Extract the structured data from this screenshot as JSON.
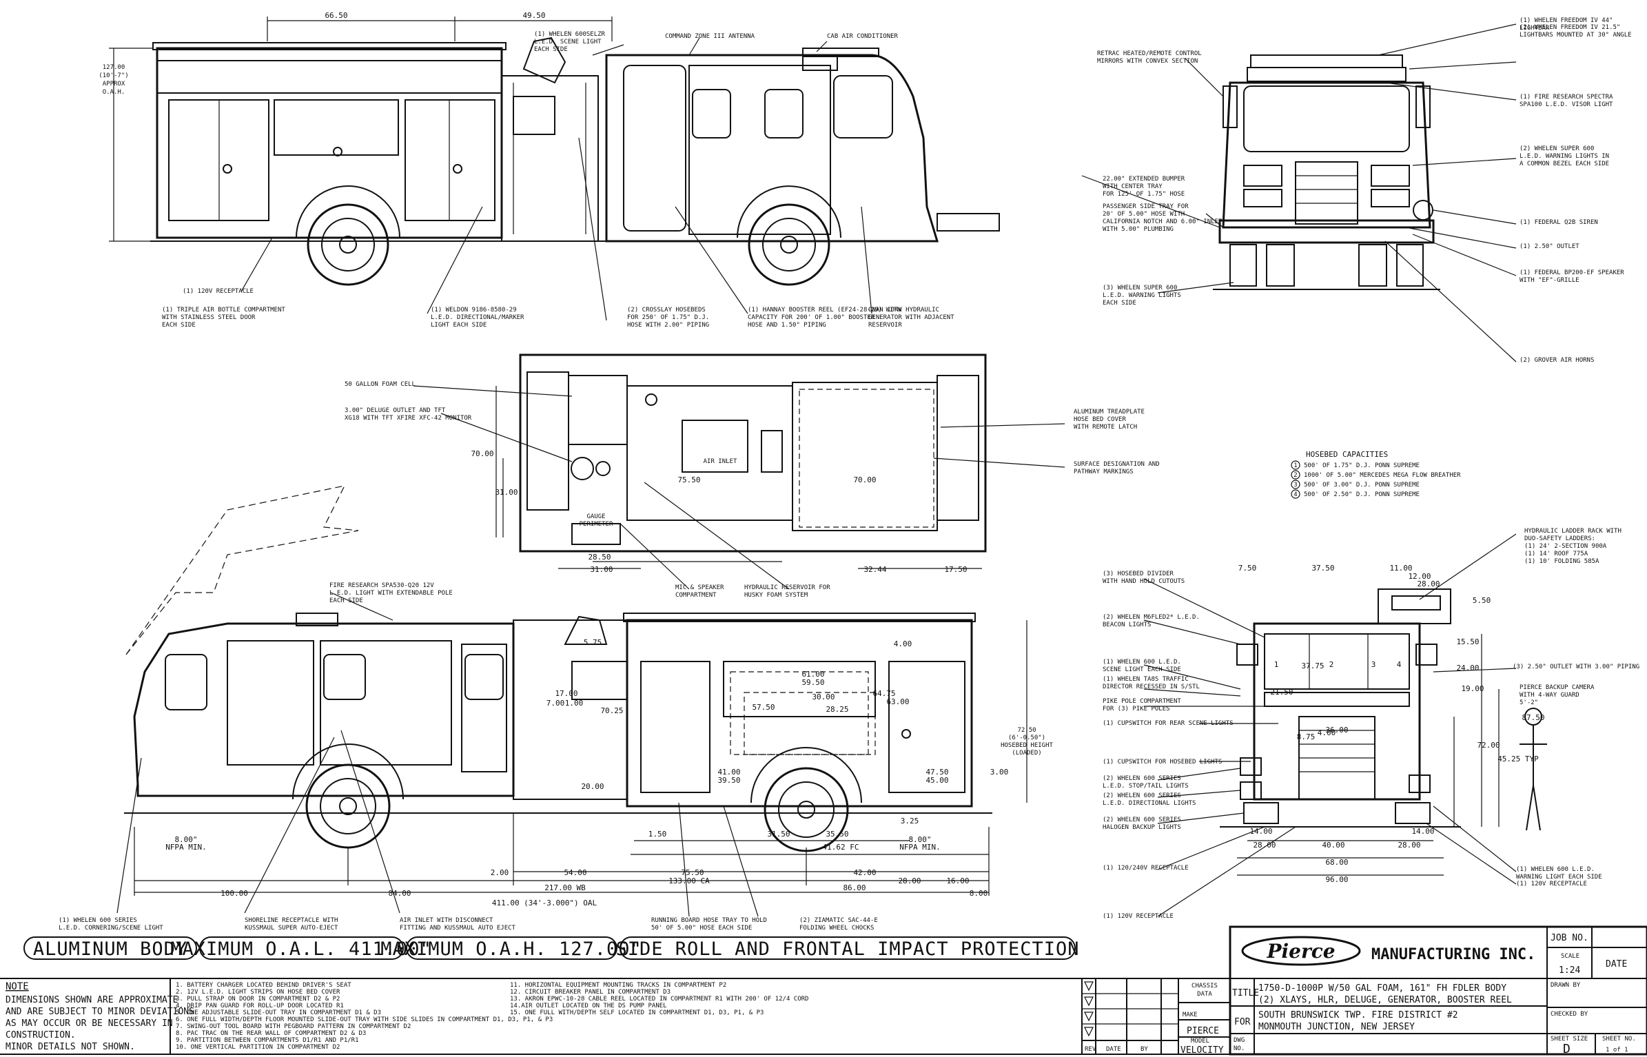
{
  "drawing": {
    "side_left_callouts": [
      "(1) WHELEN 600SELZR\nL.E.D. SCENE LIGHT\nEACH SIDE",
      "COMMAND ZONE III ANTENNA",
      "CAB AIR CONDITIONER",
      "(1) 120V RECEPTACLE",
      "(1) TRIPLE AIR BOTTLE COMPARTMENT\nWITH STAINLESS STEEL DOOR\nEACH SIDE",
      "(1) WELDON 9186-8580-29\nL.E.D. DIRECTIONAL/MARKER\nLIGHT EACH SIDE",
      "(2) CROSSLAY HOSEBEDS\nFOR 250' OF 1.75\" D.J.\nHOSE WITH 2.00\" PIPING",
      "(1) HANNAY BOOSTER REEL (EF24-28-29) WITH\nCAPACITY FOR 200' OF 1.00\" BOOSTER\nHOSE AND 1.50\" PIPING",
      "ONAN 10KW HYDRAULIC\nGENERATOR WITH ADJACENT\nRESERVOIR"
    ],
    "left_height_dim": "127.00\n(10'-7\")\nAPPROX\nO.A.H.",
    "top_dims": [
      "66.50",
      "49.50"
    ],
    "front_callouts": [
      "RETRAC HEATED/REMOTE CONTROL\nMIRRORS WITH CONVEX SECTION",
      "22.00\" EXTENDED BUMPER\nWITH CENTER TRAY\nFOR 125' OF 1.75\" HOSE",
      "PASSENGER SIDE TRAY FOR\n20' OF 5.00\" HOSE WITH\nCALIFORNIA NOTCH AND 6.00\" INLET\nWITH 5.00\" PLUMBING",
      "(3) WHELEN SUPER 600\nL.E.D. WARNING LIGHTS\nEACH SIDE",
      "(1) WHELEN FREEDOM IV 44\"\nLIGHTBAR",
      "(2) WHELEN FREEDOM IV 21.5\"\nLIGHTBARS MOUNTED AT 30° ANGLE",
      "(1) FIRE RESEARCH SPECTRA\nSPA100 L.E.D. VISOR LIGHT",
      "(2) WHELEN SUPER 600\nL.E.D. WARNING LIGHTS IN\nA COMMON BEZEL EACH SIDE",
      "(1) FEDERAL Q2B SIREN",
      "(1) 2.50\" OUTLET",
      "(1) FEDERAL BP200-EF SPEAKER\nWITH \"EF\"-GRILLE",
      "(2) GROVER AIR HORNS"
    ],
    "top_view_callouts": [
      "50 GALLON FOAM CELL",
      "3.00\" DELUGE OUTLET AND TFT\nXG18 WITH TFT XFIRE XFC-42 MONITOR",
      "ALUMINUM TREADPLATE\nHOSE BED COVER\nWITH REMOTE LATCH",
      "SURFACE DESIGNATION AND\nPATHWAY MARKINGS",
      "MIC & SPEAKER\nCOMPARTMENT",
      "HYDRAULIC RESERVOIR FOR\nHUSKY FOAM SYSTEM"
    ],
    "top_view_dims": [
      "70.00",
      "31.00",
      "75.50",
      "70.00",
      "28.50",
      "31.00",
      "32.44",
      "17.50"
    ],
    "top_view_labels": [
      "GAUGE\nPERIMETER",
      "AIR INLET"
    ],
    "hosebed": {
      "title": "HOSEBED CAPACITIES",
      "items": [
        {
          "n": "1",
          "text": "500' OF 1.75\" D.J. PONN SUPREME"
        },
        {
          "n": "2",
          "text": "1000' OF 5.00\" MERCEDES MEGA FLOW BREATHER"
        },
        {
          "n": "3",
          "text": "500' OF 3.00\" D.J. PONN SUPREME"
        },
        {
          "n": "4",
          "text": "500' OF 2.50\" D.J. PONN SUPREME"
        }
      ]
    },
    "officer_side_callouts": [
      "FIRE RESEARCH SPA530-Q20 12V\nL.E.D. LIGHT WITH EXTENDABLE POLE\nEACH SIDE",
      "(1) WHELEN 600 SERIES\nL.E.D. CORNERING/SCENE LIGHT",
      "SHORELINE RECEPTACLE WITH\nKUSSMAUL SUPER AUTO-EJECT",
      "AIR INLET WITH DISCONNECT\nFITTING AND KUSSMAUL AUTO EJECT",
      "RUNNING BOARD HOSE TRAY TO HOLD\n50' OF 5.00\" HOSE EACH SIDE",
      "(2) ZIAMATIC SAC-44-E\nFOLDING WHEEL CHOCKS"
    ],
    "officer_side_dims": [
      "61.00",
      "59.50",
      "57.50",
      "30.00",
      "28.25",
      "64.75",
      "63.00",
      "70.25",
      "4.00",
      "41.00",
      "39.50",
      "47.50",
      "45.00",
      "20.00",
      "3.00",
      "3.25",
      "1.50",
      "31.50",
      "35.50",
      "41.62 FC",
      "2.00",
      "54.00",
      "75.50",
      "133.00 CA",
      "42.00",
      "28.00",
      "16.00",
      "100.00",
      "84.00",
      "217.00 WB",
      "86.00",
      "8.00",
      "411.00 (34'-3.000\") OAL",
      "17.00",
      "1.00",
      "7.00",
      "5.75",
      "8.00\"\nNFPA MIN.",
      "8.00\"\nNFPA MIN."
    ],
    "hosebed_height": "72.50\n(6'-0.50\")\nHOSEBED HEIGHT\n(LOADED)",
    "rear_callouts": [
      "(3) HOSEBED DIVIDER\nWITH HAND HOLD CUTOUTS",
      "(2) WHELEN M6FLED2* L.E.D.\nBEACON LIGHTS",
      "(1) WHELEN 600 L.E.D.\nSCENE LIGHT EACH SIDE",
      "(1) WHELEN TA8S TRAFFIC\nDIRECTOR RECESSED IN S/STL",
      "PIKE POLE COMPARTMENT\nFOR (3) PIKE POLES",
      "(1) CUPSWITCH FOR REAR SCENE LIGHTS",
      "(1) CUPSWITCH FOR HOSEBED LIGHTS",
      "(2) WHELEN 600 SERIES\nL.E.D. STOP/TAIL LIGHTS",
      "(2) WHELEN 600 SERIES\nL.E.D. DIRECTIONAL LIGHTS",
      "(2) WHELEN 600 SERIES\nHALOGEN BACKUP LIGHTS",
      "(1) 120/240V RECEPTACLE",
      "(1) 120V RECEPTACLE",
      "HYDRAULIC LADDER RACK WITH\nDUO-SAFETY LADDERS:\n(1) 24' 2-SECTION 900A\n(1) 14' ROOF 775A\n(1) 10' FOLDING 585A",
      "(3) 2.50\" OUTLET WITH 3.00\" PIPING",
      "PIERCE BACKUP CAMERA\nWITH 4-WAY GUARD\n5'-2\"",
      "(1) WHELEN 600 L.E.D.\nWARNING LIGHT EACH SIDE",
      "(1) 120V RECEPTACLE"
    ],
    "rear_dims": [
      "7.50",
      "37.50",
      "11.00",
      "12.00",
      "28.00",
      "5.50",
      "15.50",
      "37.75",
      "24.00",
      "21.50",
      "19.00",
      "87.50",
      "72.00",
      "45.25 TYP",
      "36.00",
      "14.00",
      "14.00",
      "28.00",
      "40.00",
      "28.00",
      "68.00",
      "96.00",
      "4.00",
      "8.75"
    ],
    "rear_numbers": [
      "1",
      "2",
      "3",
      "4"
    ]
  },
  "banners": [
    "ALUMINUM BODY",
    "MAXIMUM O.A.L. 411.00\"",
    "MAXIMUM O.A.H. 127.00\"",
    "SIDE ROLL AND FRONTAL IMPACT PROTECTION"
  ],
  "note": {
    "heading": "NOTE",
    "lines": [
      "DIMENSIONS SHOWN ARE APPROXIMATE",
      "AND ARE SUBJECT TO MINOR DEVIATIONS",
      "AS MAY OCCUR OR BE NECESSARY IN",
      "CONSTRUCTION.",
      "MINOR DETAILS NOT SHOWN."
    ]
  },
  "notes_col1": [
    "1. BATTERY CHARGER LOCATED BEHIND DRIVER'S SEAT",
    "2. 12V L.E.D. LIGHT STRIPS ON HOSE BED COVER",
    "3. PULL STRAP ON DOOR IN COMPARTMENT D2 & P2",
    "4. DRIP PAN GUARD FOR ROLL-UP DOOR LOCATED R1",
    "5. ONE ADJUSTABLE SLIDE-OUT TRAY IN COMPARTMENT D1 & D3",
    "6. ONE FULL WIDTH/DEPTH FLOOR MOUNTED SLIDE-OUT TRAY WITH SIDE SLIDES IN COMPARTMENT D1, D3, P1, & P3",
    "7. SWING-OUT TOOL BOARD WITH PEGBOARD PATTERN IN COMPARTMENT D2",
    "8. PAC TRAC ON THE REAR WALL OF COMPARTMENT D2 & D3",
    "9. PARTITION BETWEEN COMPARTMENTS D1/R1 AND P1/R1",
    "10. ONE VERTICAL PARTITION IN COMPARTMENT D2"
  ],
  "notes_col2": [
    "11. HORIZONTAL EQUIPMENT MOUNTING TRACKS IN COMPARTMENT P2",
    "12. CIRCUIT BREAKER PANEL IN COMPARTMENT D3",
    "13. AKRON EPWC-10-28 CABLE REEL LOCATED IN COMPARTMENT R1 WITH 200' OF 12/4 CORD",
    "14.AIR OUTLET LOCATED ON THE DS PUMP PANEL",
    "15. ONE FULL WITH/DEPTH SELF LOCATED IN COMPARTMENT D1, D3, P1, & P3"
  ],
  "revision": {
    "rev": "REV",
    "date": "DATE",
    "by": "BY"
  },
  "title_block": {
    "logo": "Pierce",
    "company": "MANUFACTURING INC.",
    "job_no_label": "JOB NO.",
    "scale_label": "SCALE",
    "scale_value": "1:24",
    "date_label": "DATE",
    "chassis_label": "CHASSIS\nDATA",
    "make_label": "MAKE",
    "make_value": "PIERCE",
    "model_label": "MODEL",
    "model_value": "VELOCITY",
    "title_label": "TITLE",
    "title_line1": "1750-D-1000P W/50 GAL FOAM, 161\" FH FDLER BODY",
    "title_line2": "(2) XLAYS, HLR, DELUGE, GENERATOR, BOOSTER REEL",
    "for_label": "FOR",
    "for_line1": "SOUTH BRUNSWICK TWP. FIRE DISTRICT #2",
    "for_line2": "MONMOUTH JUNCTION, NEW JERSEY",
    "dwg_label": "DWG\nNO.",
    "drawn_by_label": "DRAWN BY",
    "checked_by_label": "CHECKED BY",
    "sheet_size_label": "SHEET SIZE",
    "sheet_size_value": "D",
    "sheet_no_label": "SHEET NO.",
    "sheet_no_value": "1 of 1"
  }
}
